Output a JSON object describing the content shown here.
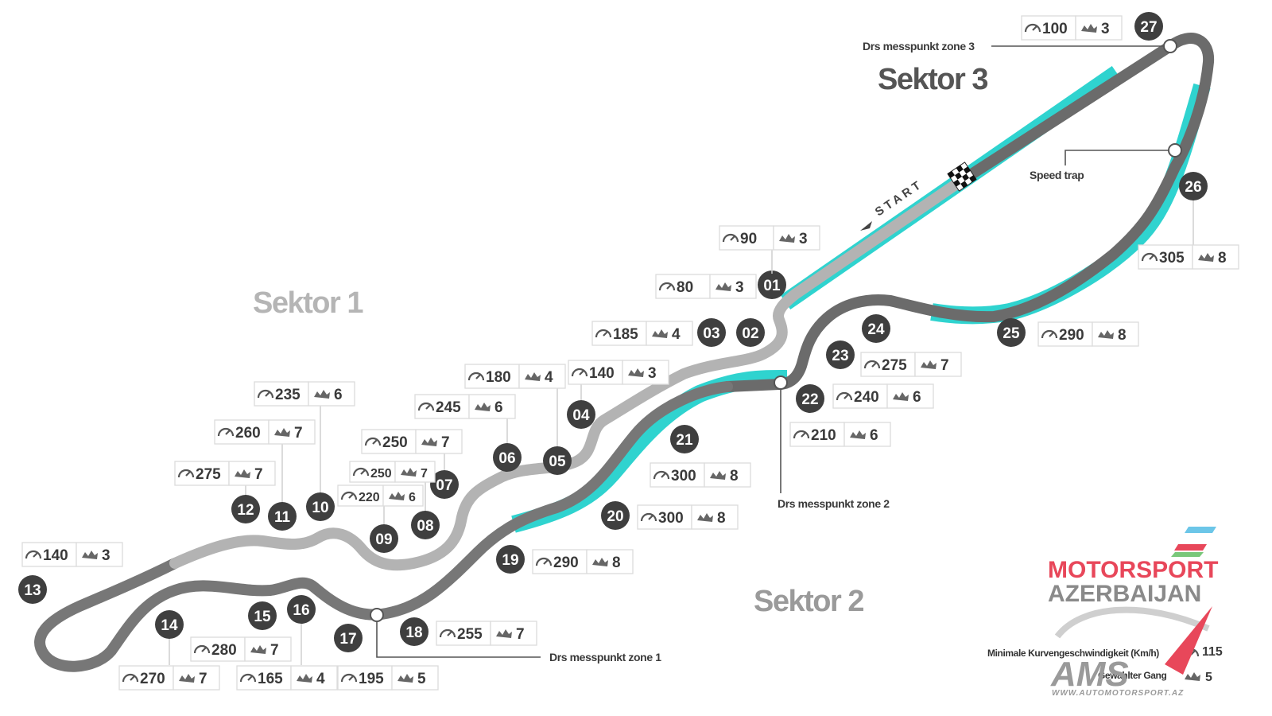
{
  "sectors": {
    "s1": "Sektor 1",
    "s2": "Sektor 2",
    "s3": "Sektor 3"
  },
  "colors": {
    "track_dark": "#6b6b6b",
    "track_light": "#b3b3b3",
    "drs": "#2fd3cf",
    "turn_badge": "#3f3f3f",
    "box_border": "#d9d9d9"
  },
  "icons": {
    "speed": "speedometer-icon",
    "gear": "gearbox-icon"
  },
  "labels": {
    "start": "START",
    "drs1": "Drs messpunkt zone 1",
    "drs2": "Drs messpunkt zone 2",
    "drs3": "Drs messpunkt zone 3",
    "speed_trap": "Speed trap"
  },
  "turns": [
    {
      "num": "01",
      "speed": "80",
      "gear": "3"
    },
    {
      "num": "02",
      "speed": "90",
      "gear": "3"
    },
    {
      "num": "03",
      "speed": "185",
      "gear": "4"
    },
    {
      "num": "04",
      "speed": "140",
      "gear": "3"
    },
    {
      "num": "05",
      "speed": "180",
      "gear": "4"
    },
    {
      "num": "06",
      "speed": "245",
      "gear": "6"
    },
    {
      "num": "07",
      "speed": "250",
      "gear": "7"
    },
    {
      "num": "08",
      "speed": "250",
      "gear": "7"
    },
    {
      "num": "09",
      "speed": "220",
      "gear": "6"
    },
    {
      "num": "10",
      "speed": "235",
      "gear": "6"
    },
    {
      "num": "11",
      "speed": "260",
      "gear": "7"
    },
    {
      "num": "12",
      "speed": "275",
      "gear": "7"
    },
    {
      "num": "13",
      "speed": "140",
      "gear": "3"
    },
    {
      "num": "14",
      "speed": "270",
      "gear": "7"
    },
    {
      "num": "15",
      "speed": "280",
      "gear": "7"
    },
    {
      "num": "16",
      "speed": "165",
      "gear": "4"
    },
    {
      "num": "17",
      "speed": "195",
      "gear": "5"
    },
    {
      "num": "18",
      "speed": "255",
      "gear": "7"
    },
    {
      "num": "19",
      "speed": "290",
      "gear": "8"
    },
    {
      "num": "20",
      "speed": "300",
      "gear": "8"
    },
    {
      "num": "21",
      "speed": "300",
      "gear": "8"
    },
    {
      "num": "22",
      "speed": "210",
      "gear": "6"
    },
    {
      "num": "23",
      "speed": "240",
      "gear": "6"
    },
    {
      "num": "24",
      "speed": "275",
      "gear": "7"
    },
    {
      "num": "25",
      "speed": "290",
      "gear": "8"
    },
    {
      "num": "26",
      "speed": "305",
      "gear": "8"
    },
    {
      "num": "27",
      "speed": "100",
      "gear": "3"
    }
  ],
  "legend": {
    "min_speed_label": "Minimale Kurvengeschwindigkeit (Km/h)",
    "min_speed_value": "115",
    "gear_label": "Gewählter Gang",
    "gear_value": "5"
  },
  "logo": {
    "line1": "MOTORSPORT",
    "line2": "AZERBAIJAN",
    "mark": "AMS",
    "url": "WWW.AUTOMOTORSPORT.AZ"
  }
}
